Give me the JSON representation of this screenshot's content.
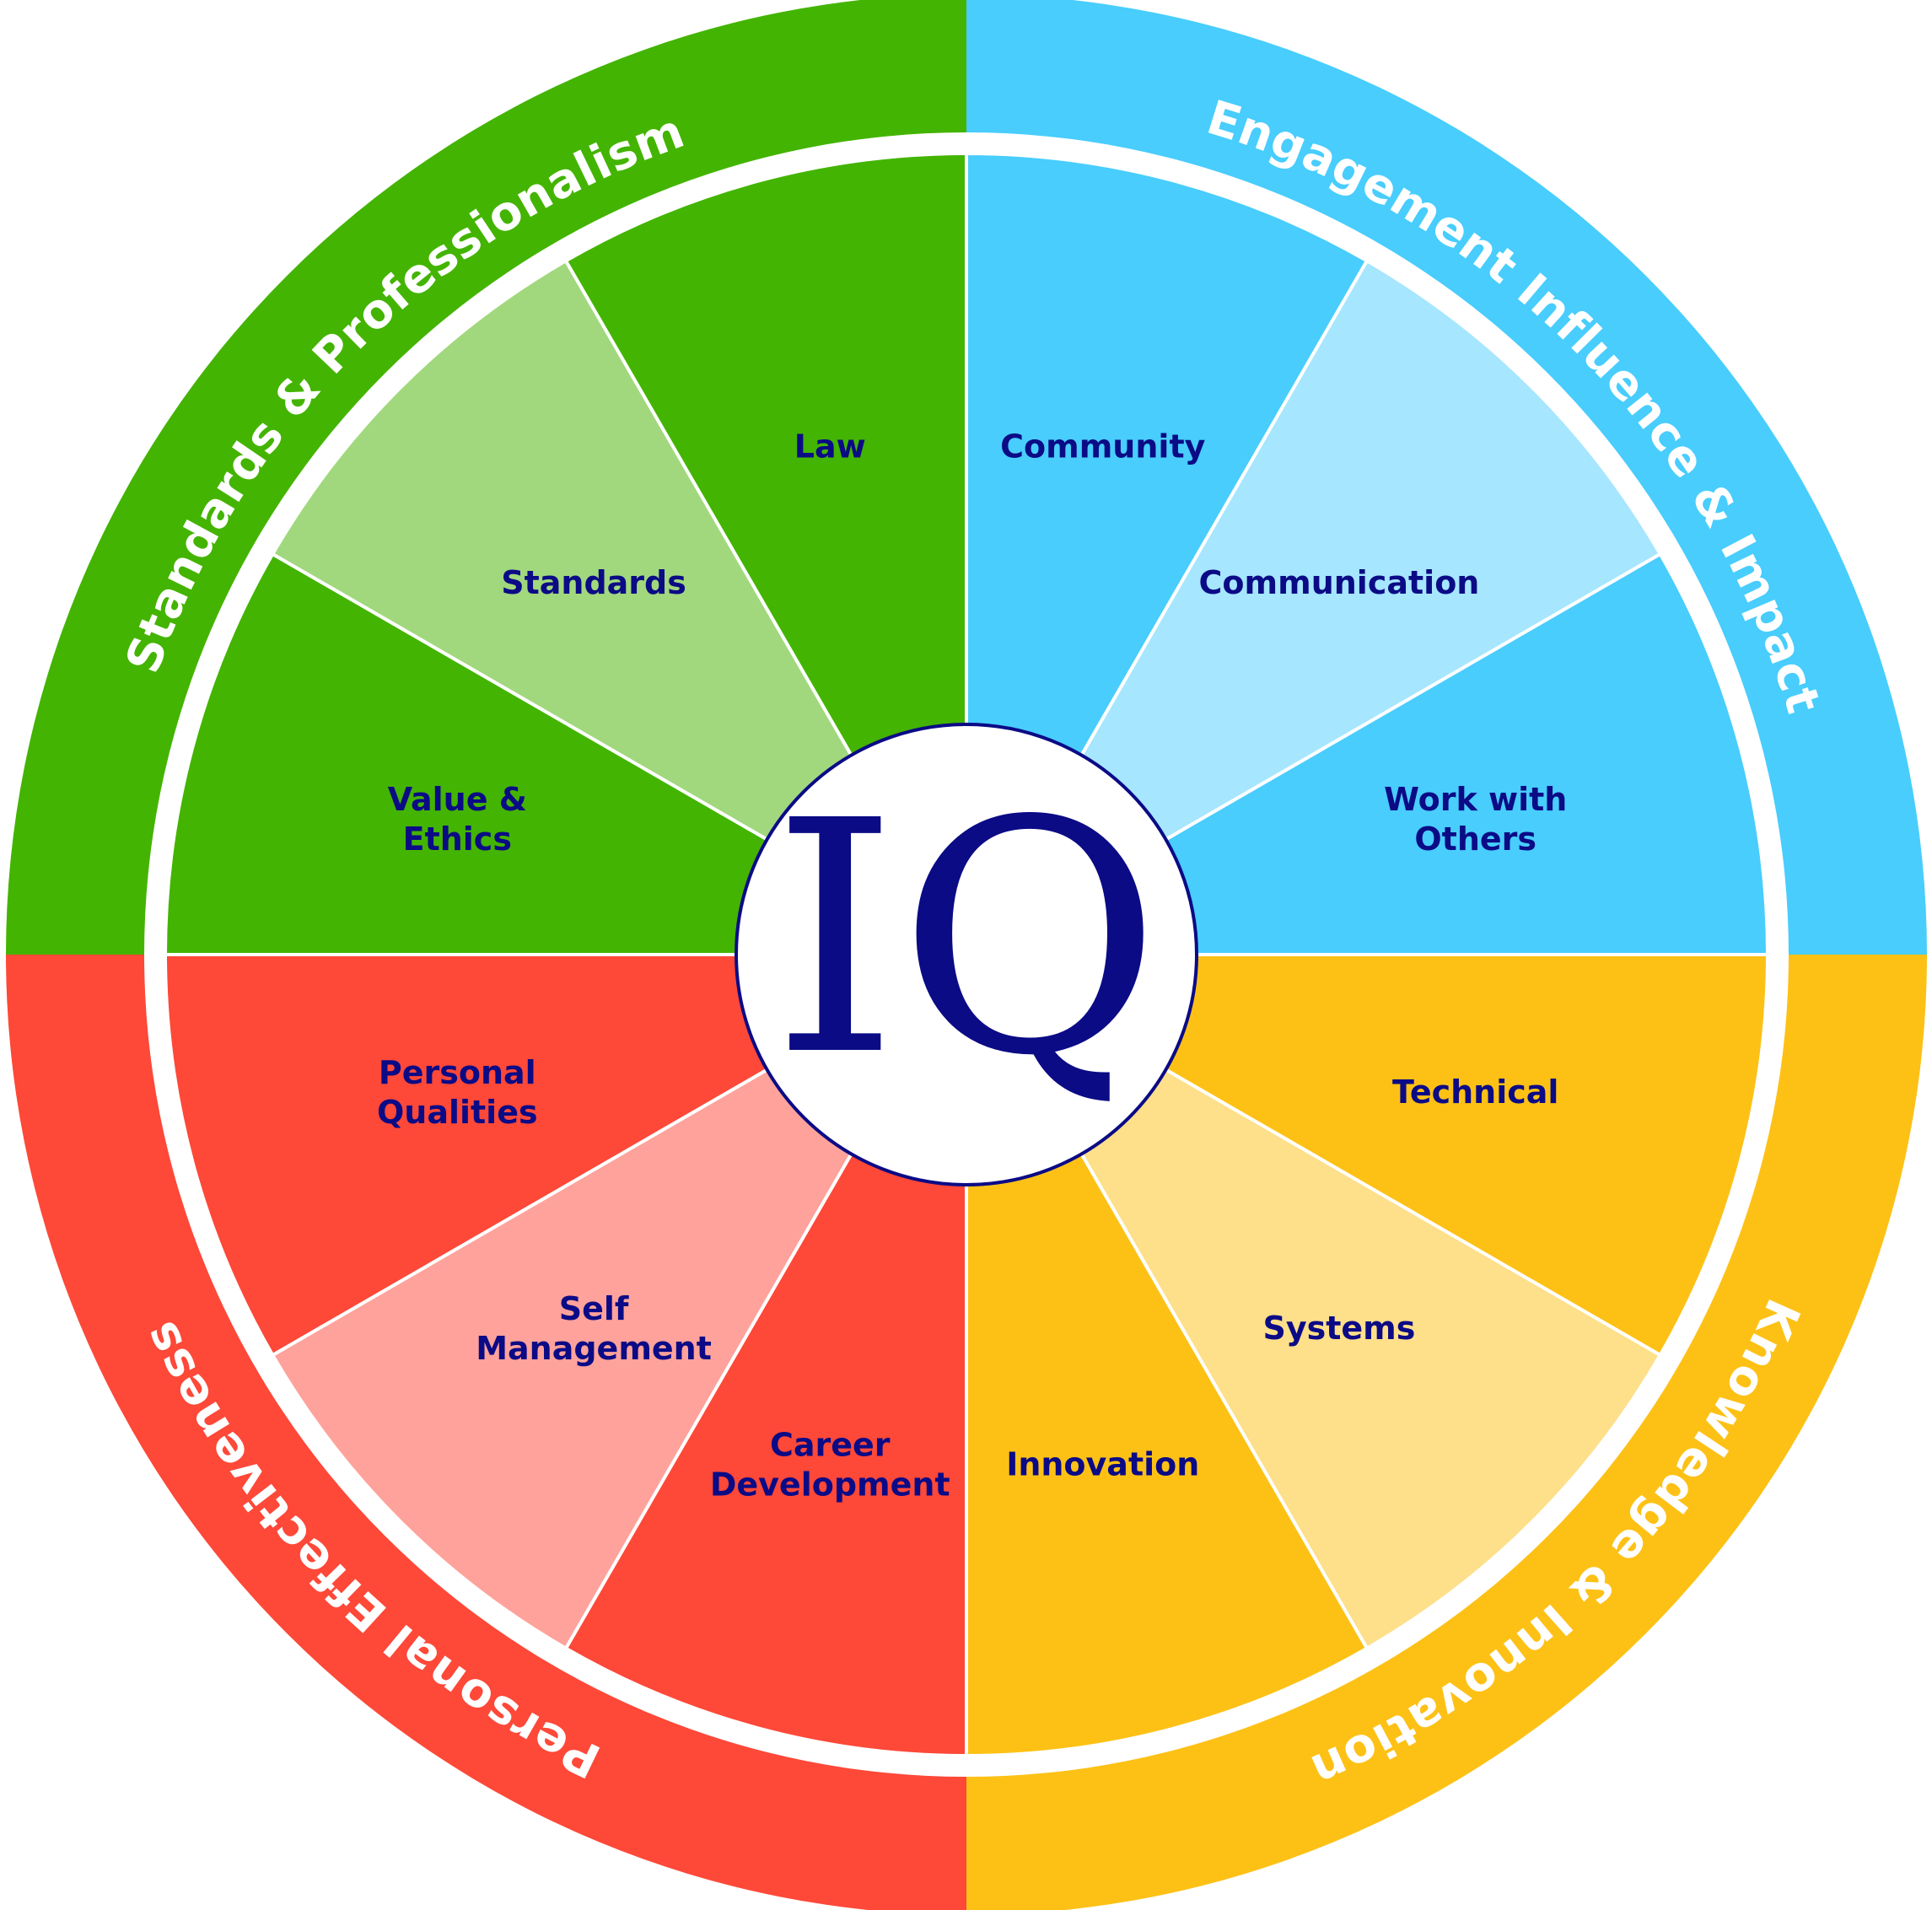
{
  "center": {
    "text": "IQ",
    "color": "#0b0b86"
  },
  "label_color": "#0b0b86",
  "quadrants": [
    {
      "id": "standards-professionalism",
      "title": "Standards & Professionalism",
      "color": "#43b401",
      "segments": [
        {
          "lines": [
            "Value &",
            "Ethics"
          ],
          "color": "#43b401"
        },
        {
          "lines": [
            "Standards"
          ],
          "color": "#a1d87d"
        },
        {
          "lines": [
            "Law"
          ],
          "color": "#43b401"
        }
      ]
    },
    {
      "id": "engagement-influence-impact",
      "title": "Engagement Influence & Impact",
      "color": "#48cdfd",
      "segments": [
        {
          "lines": [
            "Community"
          ],
          "color": "#48cdfd"
        },
        {
          "lines": [
            "Communication"
          ],
          "color": "#a6e6fe"
        },
        {
          "lines": [
            "Work with",
            "Others"
          ],
          "color": "#48cdfd"
        }
      ]
    },
    {
      "id": "knowledge-innovation",
      "title": "Knowledge & Innovation",
      "color": "#fdc116",
      "segments": [
        {
          "lines": [
            "Technical"
          ],
          "color": "#fdc116"
        },
        {
          "lines": [
            "Systems"
          ],
          "color": "#fedf8a"
        },
        {
          "lines": [
            "Innovation"
          ],
          "color": "#fdc116"
        }
      ]
    },
    {
      "id": "personal-effectiveness",
      "title": "Personal Effectiveness",
      "color": "#fe4838",
      "segments": [
        {
          "lines": [
            "Career",
            "Development"
          ],
          "color": "#fe4838"
        },
        {
          "lines": [
            "Self",
            "Management"
          ],
          "color": "#fea29b"
        },
        {
          "lines": [
            "Personal",
            "Qualities"
          ],
          "color": "#fe4838"
        }
      ]
    }
  ]
}
